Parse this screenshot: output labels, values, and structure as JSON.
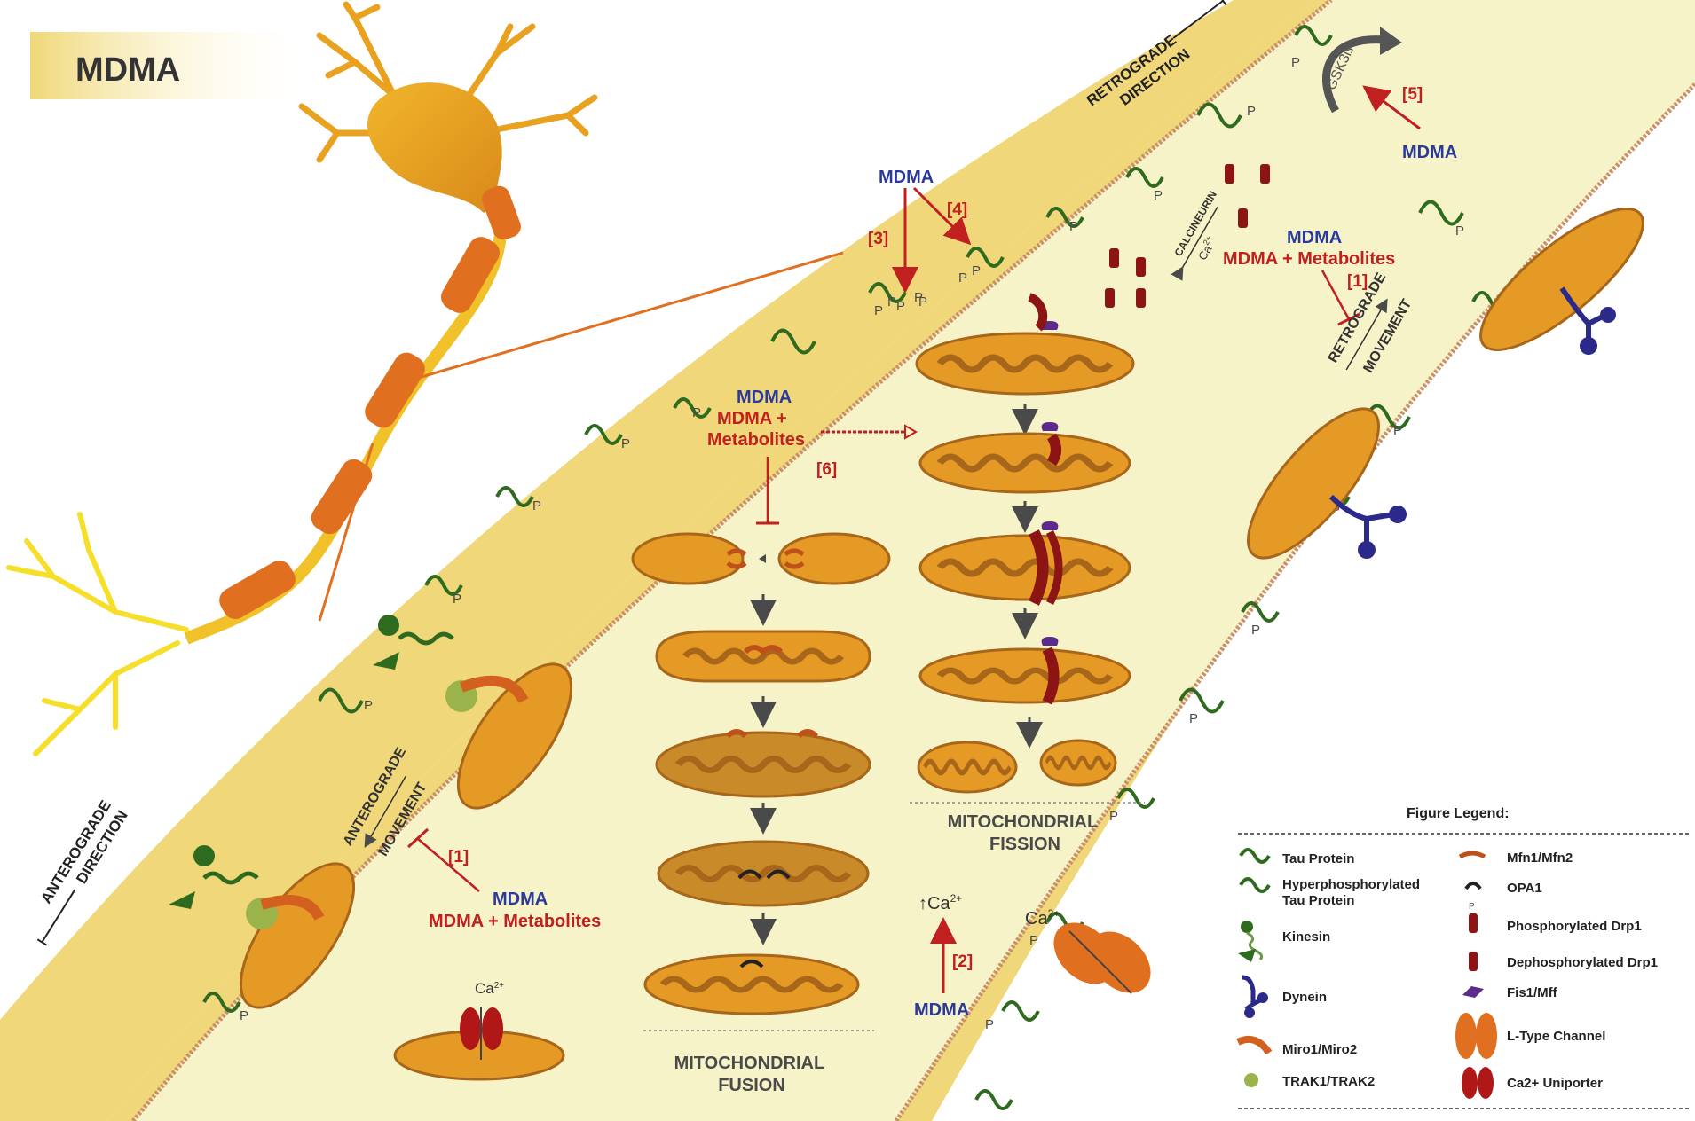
{
  "title": "MDMA",
  "direction_labels": {
    "retrograde": "RETROGRADE\nDIRECTION",
    "anterograde": "ANTEROGRADE\nDIRECTION"
  },
  "phospho_mark": "P",
  "labels": {
    "mdma": "MDMA",
    "mdma_metabolites": "MDMA + Metabolites",
    "mdma_plus": "MDMA +",
    "metabolites": "Metabolites",
    "step1": "[1]",
    "step2": "[2]",
    "step3": "[3]",
    "step4": "[4]",
    "step5": "[5]",
    "step6": "[6]",
    "gsk": "↑GSK3ß",
    "calcineurin": "CALCINEURIN",
    "ca_arrow": "Ca",
    "ca_sup": "2+",
    "ca_up": "↑Ca",
    "retrograde_movement": "RETROGRADE\nMOVEMENT",
    "anterograde_movement": "ANTEROGRADE\nMOVEMENT",
    "fission": "MITOCHONDRIAL\nFISSION",
    "fusion": "MITOCHONDRIAL\nFUSION"
  },
  "legend": {
    "title": "Figure Legend:",
    "left": [
      {
        "icon": "tau-icon",
        "label": "Tau Protein"
      },
      {
        "icon": "hyperphospho-tau-icon",
        "label": "Hyperphosphorylated\nTau Protein"
      },
      {
        "icon": "kinesin-icon",
        "label": "Kinesin"
      },
      {
        "icon": "dynein-icon",
        "label": "Dynein"
      },
      {
        "icon": "miro-icon",
        "label": "Miro1/Miro2"
      },
      {
        "icon": "trak-icon",
        "label": "TRAK1/TRAK2"
      }
    ],
    "right": [
      {
        "icon": "mfn-icon",
        "label": "Mfn1/Mfn2"
      },
      {
        "icon": "opa1-icon",
        "label": "OPA1"
      },
      {
        "icon": "phospho-drp1-icon",
        "label": "Phosphorylated Drp1"
      },
      {
        "icon": "dephospho-drp1-icon",
        "label": "Dephosphorylated Drp1"
      },
      {
        "icon": "fis1-icon",
        "label": "Fis1/Mff"
      },
      {
        "icon": "l-type-channel-icon",
        "label": "L-Type Channel"
      },
      {
        "icon": "uniporter-icon",
        "label": "Ca2+ Uniporter"
      }
    ]
  },
  "colors": {
    "axon_fill": "#f7f3c8",
    "membrane": "#f0d77a",
    "neuron": "#e8a21f",
    "mito": "#e49a25",
    "mito_dark": "#a8661a",
    "red": "#c0201f",
    "blue": "#2b3a9a",
    "tau": "#2e6b1e",
    "drp1": "#8c1414",
    "orange": "#e0701f"
  }
}
